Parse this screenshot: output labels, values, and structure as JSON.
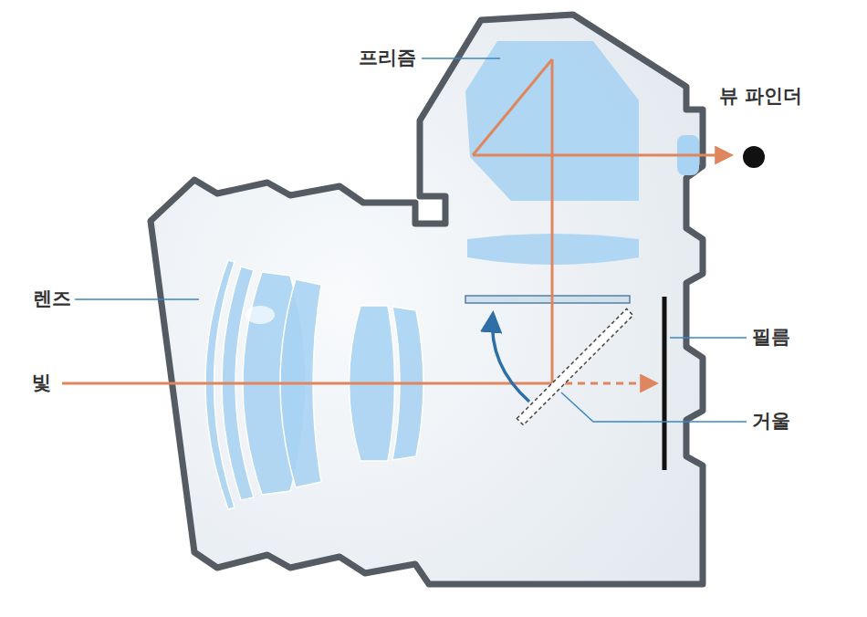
{
  "diagram": {
    "labels": [
      "프리즘",
      "뷰 파인더",
      "렌즈",
      "빛",
      "필름",
      "거울"
    ]
  }
}
